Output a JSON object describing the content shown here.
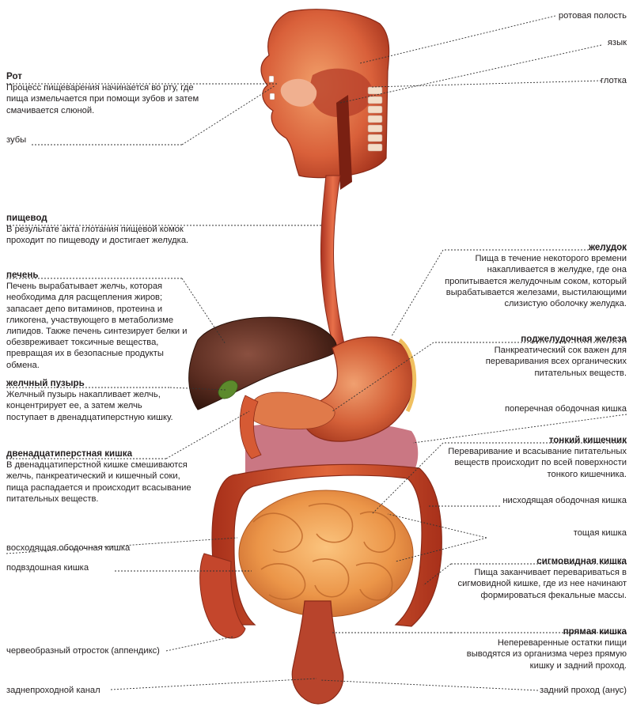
{
  "labels": {
    "mouth": {
      "title": "Рот",
      "text": "Процесс пищеварения начинается во рту, где пища измельчается при помощи зубов и затем смачивается слюной."
    },
    "teeth": "зубы",
    "oral_cavity": "ротовая полость",
    "tongue": "язык",
    "pharynx": "глотка",
    "esophagus": {
      "title": "пищевод",
      "text": "В результате акта глотания пищевой комок проходит по пищеводу и достигает желудка."
    },
    "liver": {
      "title": "печень",
      "text": "Печень вырабатывает желчь, которая необходима для расщепления жиров; запасает депо витаминов, протеина и гликогена, участвующего в метаболизме липидов. Также печень синтезирует белки и обезвреживает токсичные вещества, превращая их в безопасные продукты обмена."
    },
    "gallbladder": {
      "title": "желчный пузырь",
      "text": "Желчный пузырь накапливает желчь, концентрирует ее, а затем желчь поступает в двенадцатиперстную кишку."
    },
    "duodenum": {
      "title": "двенадцатиперстная кишка",
      "text": "В двенадцатиперстной кишке смешиваются желчь, панкреатический и кишечный соки, пища распадается и происходит всасывание питательных веществ."
    },
    "ascending_colon": "восходящая ободочная кишка",
    "ileum": "подвздошная кишка",
    "appendix": "червеобразный отросток (аппендикс)",
    "anal_canal": "заднепроходной канал",
    "stomach": {
      "title": "желудок",
      "text": "Пища в течение некоторого времени накапливается в желудке, где она пропитывается желудочным соком, который вырабатывается железами, выстилающими слизистую оболочку желудка."
    },
    "pancreas": {
      "title": "поджелудочная железа",
      "text": "Панкреатический сок важен для переваривания всех органических питательных веществ."
    },
    "transverse_colon": "поперечная ободочная кишка",
    "small_intestine": {
      "title": "тонкий кишечник",
      "text": "Переваривание и всасывание питательных веществ происходит по всей поверхности тонкого кишечника."
    },
    "descending_colon": "нисходящая ободочная кишка",
    "jejunum": "тощая кишка",
    "sigmoid": {
      "title": "сигмовидная кишка",
      "text": "Пища заканчивает перевариваться в сигмовидной кишке, где из нее начинают формироваться фекальные массы."
    },
    "rectum": {
      "title": "прямая кишка",
      "text": "Непереваренные остатки пищи выводятся из организма через прямую кишку и задний проход."
    },
    "anus": "задний проход (анус)"
  },
  "colors": {
    "organ_red": "#c9432a",
    "organ_dark": "#8a2415",
    "intestine_orange": "#e8944a",
    "liver_brown": "#5a2c20",
    "leader_line": "#333333"
  }
}
